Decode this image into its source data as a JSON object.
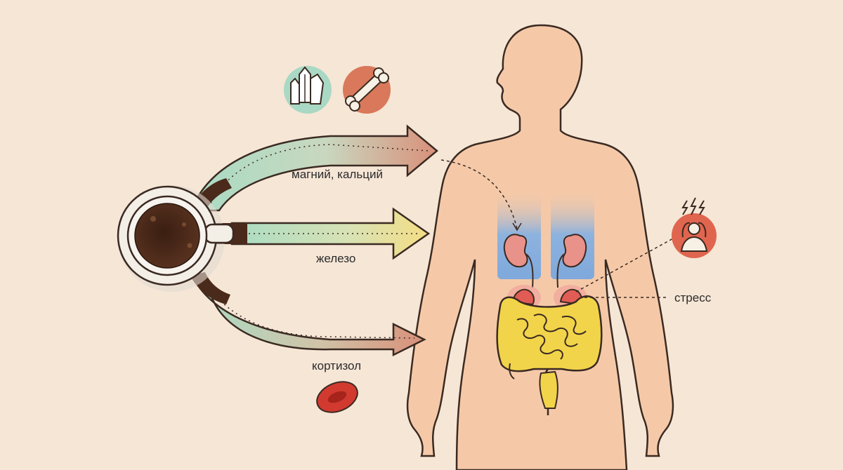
{
  "labels": {
    "magnesium_calcium": "магний, кальций",
    "iron": "железо",
    "cortisol": "кортизол",
    "stress": "стресс"
  },
  "icons": [
    "crystal-icon",
    "bone-icon",
    "red-blood-cell-icon",
    "stressed-person-icon",
    "lightning-icon",
    "coffee-cup-icon"
  ],
  "colors": {
    "background": "#f6e6d6",
    "body": "#f5c9a8",
    "outline": "#3a2a22",
    "kidneys": "#7fa9dc",
    "adrenals": "#e06a60",
    "intestine": "#f2d44a",
    "coffee": "#4a2a1a",
    "crystal_bg": "#a9d8c4",
    "bone_bg": "#d9785a",
    "stress_bg": "#e0654f",
    "blood_cell": "#d23a30"
  }
}
